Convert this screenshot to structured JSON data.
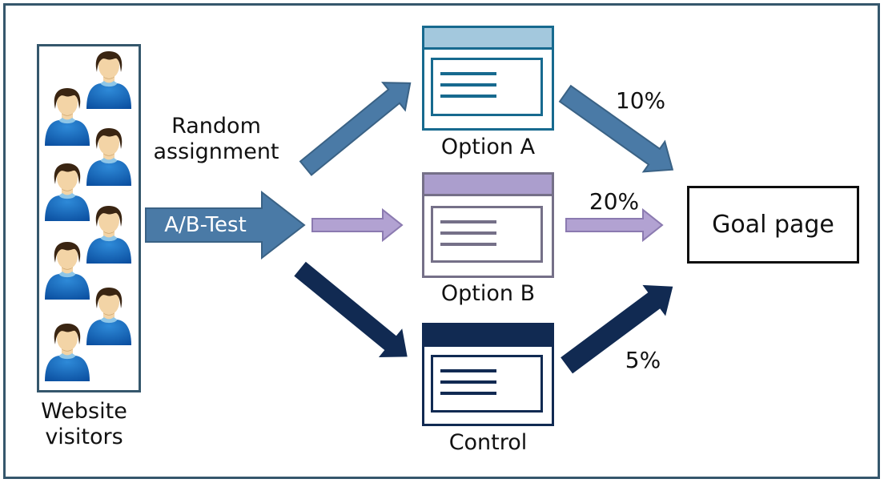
{
  "visitors": {
    "line1": "Website",
    "line2": "visitors",
    "count": 8
  },
  "random_assignment": {
    "line1": "Random",
    "line2": "assignment"
  },
  "ab_test": {
    "label": "A/B-Test"
  },
  "variants": [
    {
      "label": "Option A",
      "conversion": "10%"
    },
    {
      "label": "Option B",
      "conversion": "20%"
    },
    {
      "label": "Control",
      "conversion": "5%"
    }
  ],
  "goal": {
    "label": "Goal page"
  },
  "icons": {
    "visitor": "person-bust-icon"
  },
  "colors": {
    "frame": "#35576c",
    "steel": "#4a7aa6",
    "steel-stroke": "#3a6285",
    "teal": "#176a8f",
    "teal-light": "#a3c8dd",
    "purple": "#b2a2d2",
    "purple-stroke": "#8b7ab0",
    "purple-gray": "#757088",
    "purple-header": "#ab9ecd",
    "navy": "#112a52",
    "goal-border": "#0d0d0d",
    "text": "#111111",
    "shirt-light": "#2e8ad8",
    "shirt-dark": "#0b4fa0",
    "skin": "#f3d4a6",
    "skin-shadow": "#caa26b",
    "collar": "#8ec6e8",
    "hair": "#3a2512"
  }
}
